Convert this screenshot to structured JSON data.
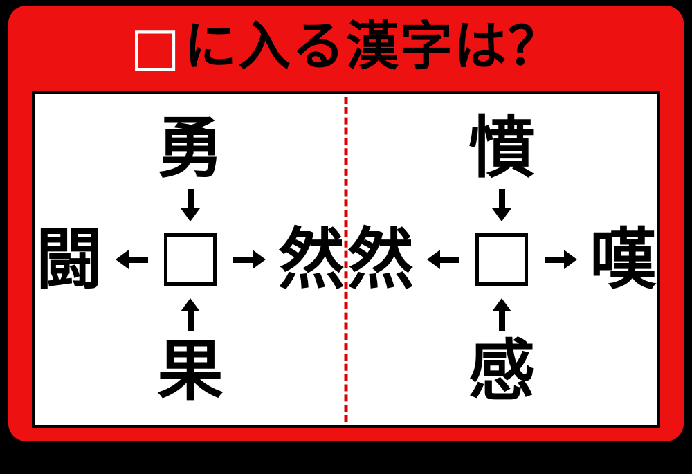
{
  "title": {
    "square": "□",
    "rest": "に入る漢字は？"
  },
  "puzzles": [
    {
      "top": "勇",
      "left": "闘",
      "right": "然",
      "bottom": "果"
    },
    {
      "top": "憤",
      "left": "然",
      "right": "嘆",
      "bottom": "感"
    }
  ],
  "icons": {
    "arrow_down": "↓",
    "arrow_up": "↑",
    "arrow_left": "←",
    "arrow_right": "→",
    "empty_box": "□"
  },
  "colors": {
    "background": "#000000",
    "frame_red": "#ee1111",
    "panel_white": "#ffffff",
    "divider_red": "#dd0000",
    "text_black": "#000000",
    "title_square_white": "#ffffff"
  }
}
